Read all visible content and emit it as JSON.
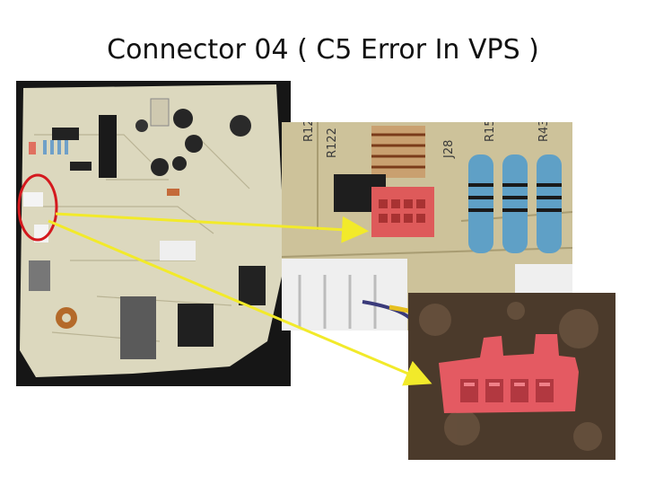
{
  "slide": {
    "title": "Connector 04 ( C5 Error In VPS )"
  },
  "colors": {
    "arrow": "#f2ea2a",
    "highlight_circle": "#d4191e",
    "connector_red": "#e0505a",
    "board_green": "#d8d3b6"
  },
  "photos": {
    "board": "pcb-board-photo",
    "closeup": "connector-closeup-photo",
    "connector": "red-connector-photo"
  }
}
